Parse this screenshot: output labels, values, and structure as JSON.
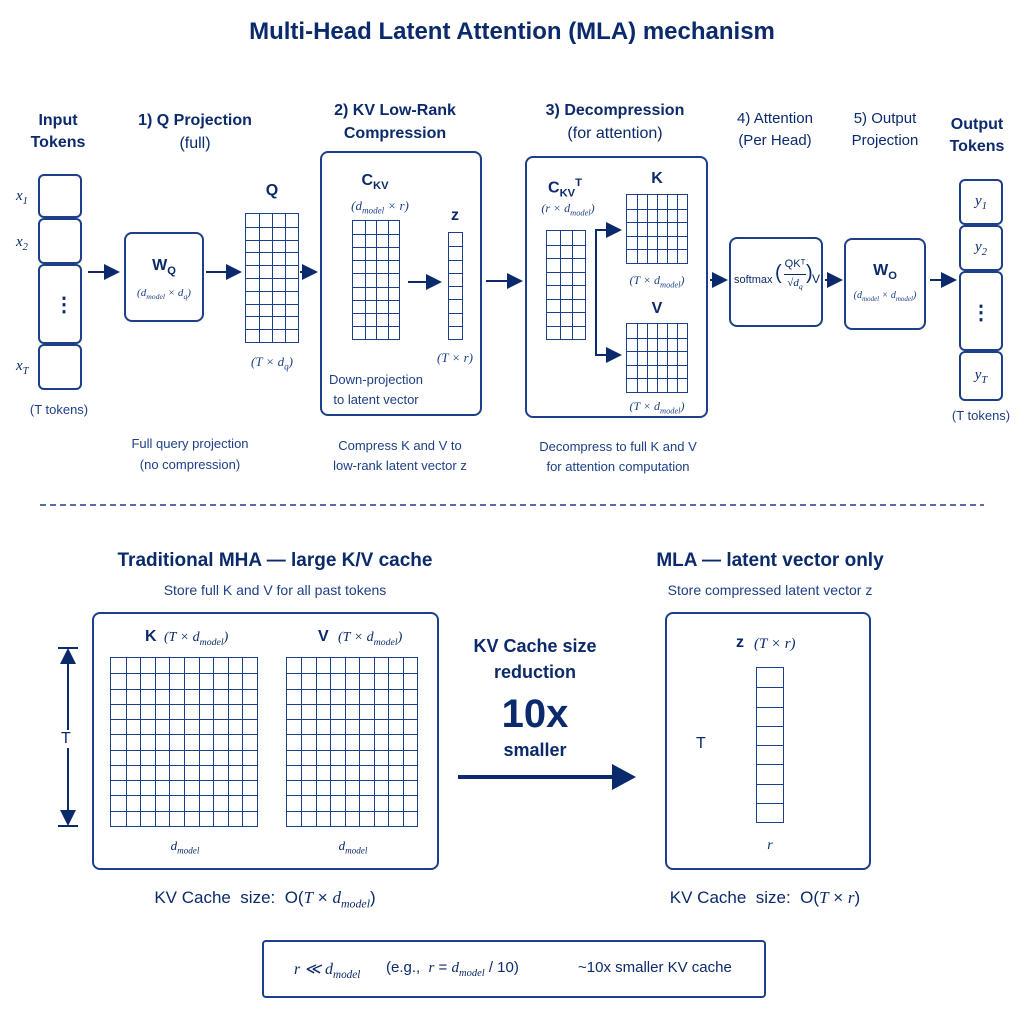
{
  "title": "Multi-Head Latent Attention (MLA) mechanism",
  "top": {
    "input": {
      "heading": "Input\nTokens",
      "tokens": [
        "x₁",
        "x₂",
        "⋮",
        "xT"
      ],
      "count": "(T tokens)"
    },
    "step1": {
      "heading": "1) Q Projection",
      "sub": "(full)",
      "matrix": "WQ",
      "matrix_dims": "(dmodel × dq)",
      "output": "Q",
      "output_dims": "(T × dq)",
      "caption_1": "Full query projection",
      "caption_2": "(no compression)"
    },
    "step2": {
      "heading_1": "2)  KV Low-Rank",
      "heading_2": "Compression",
      "matrix": "CKV",
      "matrix_dims": "(dmodel × r)",
      "latent": "z",
      "latent_dims": "(T × r)",
      "note_1": "Down-projection",
      "note_2": "to latent vector",
      "caption_1": "Compress K and V to",
      "caption_2": "low-rank latent vector z"
    },
    "step3": {
      "heading_1": "3)  Decompression",
      "heading_2": "(for attention)",
      "matrix": "CKVᵀ",
      "matrix_dims": "(r × dmodel)",
      "k": "K",
      "k_dims": "(T × dmodel)",
      "v": "V",
      "v_dims": "(T × dmodel)",
      "caption_1": "Decompress to full K and V",
      "caption_2": "for attention computation"
    },
    "step4": {
      "heading_1": "4)  Attention",
      "heading_2": "(Per Head)",
      "formula_prefix": "softmax",
      "formula_num": "QKᵀ",
      "formula_den": "√dq",
      "formula_suffix": "V"
    },
    "step5": {
      "heading_1": "5) Output",
      "heading_2": "Projection",
      "matrix": "WO",
      "matrix_dims": "(dmodel × dmodel)"
    },
    "output": {
      "heading": "Output\nTokens",
      "tokens": [
        "y₁",
        "y₂",
        "⋮",
        "yT"
      ],
      "count": "(T tokens)"
    }
  },
  "bottom": {
    "mha": {
      "heading": "Traditional MHA — large K/V cache",
      "sub": "Store full K and V for all past tokens",
      "k_label": "K",
      "k_dims": "(T × dmodel)",
      "v_label": "V",
      "v_dims": "(T × dmodel)",
      "t_label": "T",
      "width_label": "dmodel",
      "cache": "KV Cache  size:  O(T × dmodel)"
    },
    "reduction": {
      "line_1": "KV Cache size",
      "line_2": "reduction",
      "big": "10x",
      "line_3": "smaller"
    },
    "mla": {
      "heading": "MLA — latent vector only",
      "sub": "Store compressed latent vector z",
      "z_label": "z",
      "z_dims": "(T × r)",
      "t_label": "T",
      "width_label": "r",
      "cache": "KV Cache  size:  O(T × r)"
    },
    "footer": {
      "left": "r ≪ dmodel",
      "middle": "(e.g.,  r = dmodel / 10)",
      "right": "~10x smaller KV cache"
    }
  },
  "colors": {
    "primary": "#0b2a6b",
    "line": "#1d3f8a"
  },
  "icons": [
    "arrow-right-icon",
    "double-arrow-icon"
  ]
}
